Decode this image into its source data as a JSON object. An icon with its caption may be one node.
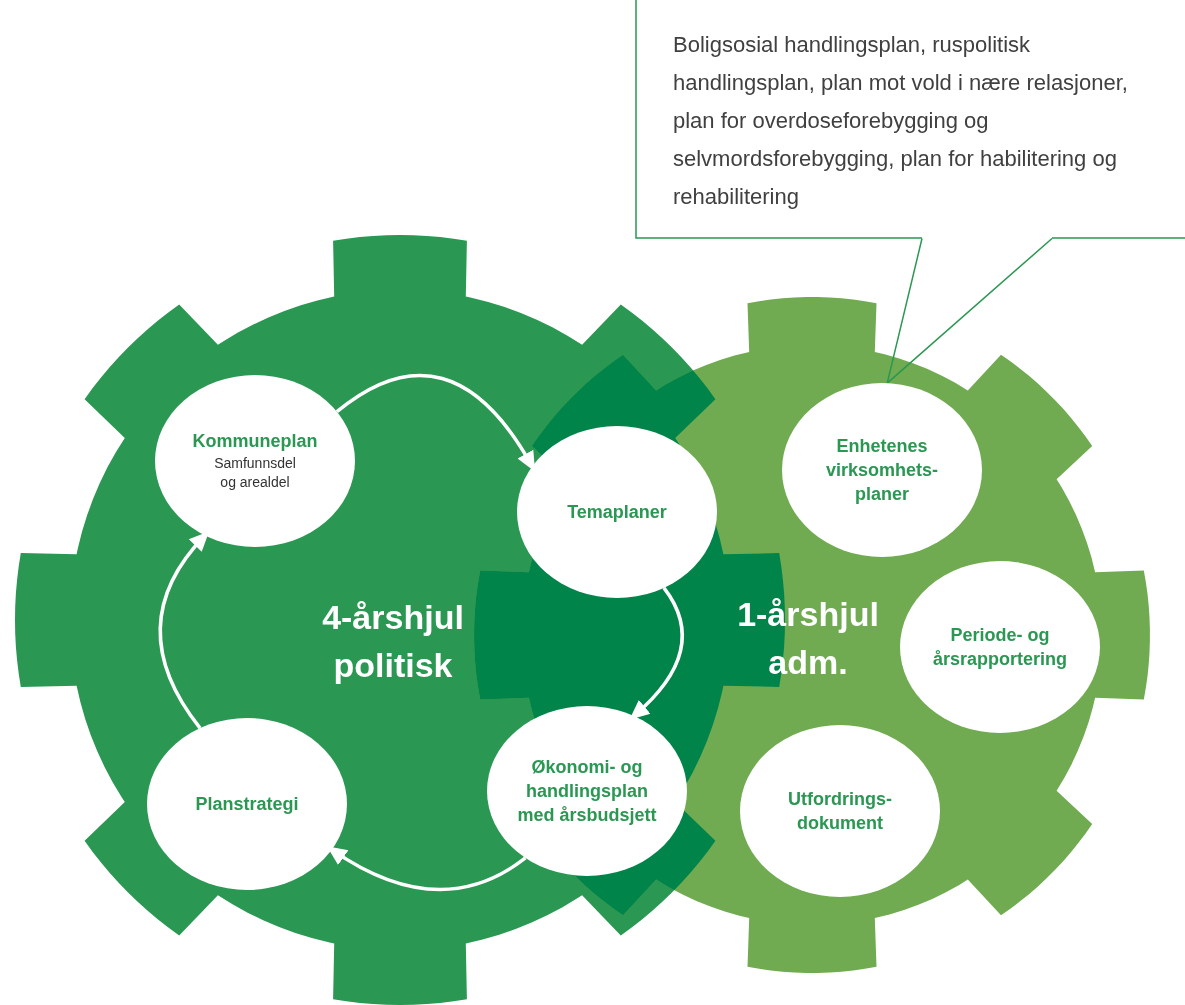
{
  "diagram": {
    "nodes": [
      {
        "text": [
          "Boligsosial handlingsplan, ruspolitisk handlingsplan, plan mot vold i nære relasjoner, plan for overdoseforebygging og selvmordsforebygging, plan for habilitering og rehabilitering"
        ]
      },
      {
        "text": [
          "4-årshjul politisk"
        ]
      },
      {
        "text": [
          "Kommuneplan",
          "Samfunnsdel og arealdel"
        ],
        "in": 1
      },
      {
        "text": [
          "Temaplaner"
        ]
      },
      {
        "text": [
          "Planstrategi"
        ],
        "in": 1
      },
      {
        "text": [
          "Økonomi- og handlingsplan med årsbudsjett"
        ]
      },
      {
        "text": [
          "1-årshjul adm."
        ]
      },
      {
        "text": [
          "Enhetenes virksomhets- planer"
        ],
        "in": 6
      },
      {
        "text": [
          "Periode- og årsrapportering"
        ],
        "in": 6
      },
      {
        "text": [
          "Utfordrings- dokument"
        ],
        "in": 6
      }
    ],
    "edges": [
      {
        "from": 2,
        "to": 3,
        "arrow": "to"
      },
      {
        "from": 3,
        "to": 5,
        "arrow": "to"
      },
      {
        "from": 5,
        "to": 4,
        "arrow": "to"
      },
      {
        "from": 4,
        "to": 2,
        "arrow": "to"
      },
      {
        "from": 0,
        "to": 7,
        "arrow": "none",
        "color": "#2a9752"
      }
    ]
  }
}
